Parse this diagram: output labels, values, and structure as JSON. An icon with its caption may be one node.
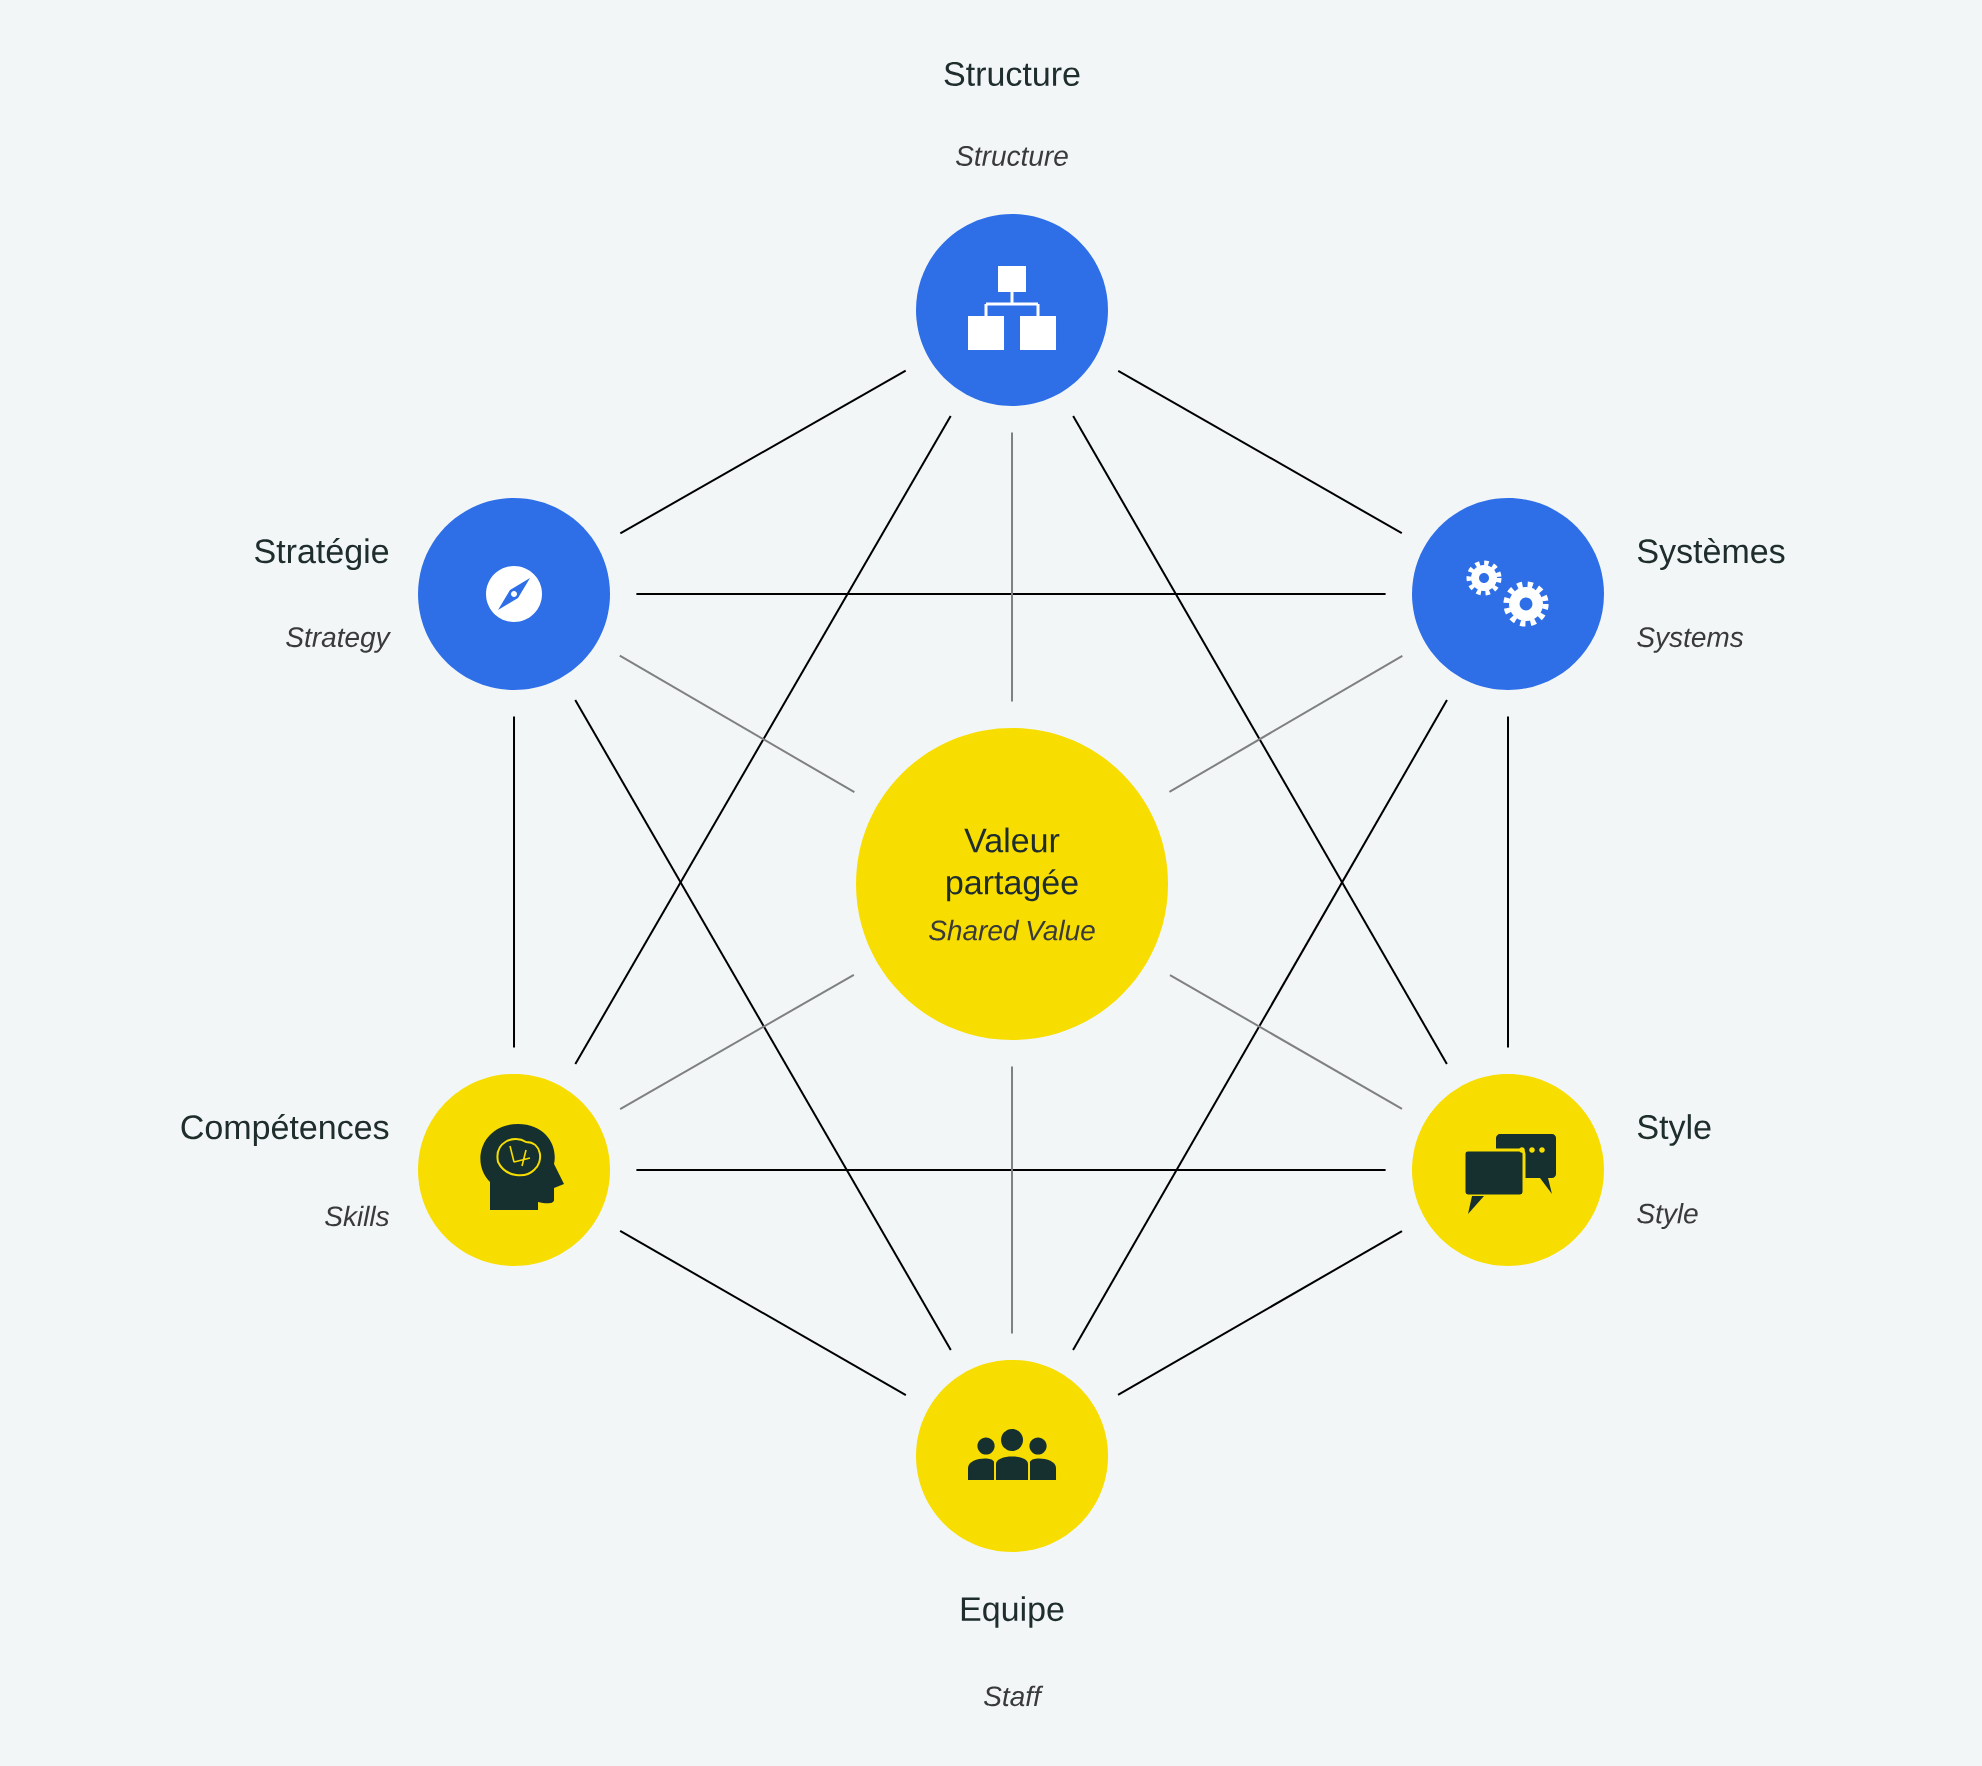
{
  "diagram": {
    "nodes": [
      {
        "text": [
          "Structure",
          "Structure"
        ]
      },
      {
        "text": [
          "Stratégie",
          "Strategy"
        ]
      },
      {
        "text": [
          "Systèmes",
          "Systems"
        ]
      },
      {
        "text": [
          "Valeur partagée",
          "Shared Value"
        ]
      },
      {
        "text": [
          "Compétences",
          "Skills"
        ]
      },
      {
        "text": [
          "Style",
          "Style"
        ]
      },
      {
        "text": [
          "Equipe",
          "Staff"
        ]
      }
    ],
    "edges": [
      {
        "from": 0,
        "to": 1,
        "arrow": "none"
      },
      {
        "from": 0,
        "to": 2,
        "arrow": "none"
      },
      {
        "from": 0,
        "to": 4,
        "arrow": "none"
      },
      {
        "from": 0,
        "to": 5,
        "arrow": "none"
      },
      {
        "from": 1,
        "to": 2,
        "arrow": "none"
      },
      {
        "from": 1,
        "to": 4,
        "arrow": "none"
      },
      {
        "from": 1,
        "to": 6,
        "arrow": "none"
      },
      {
        "from": 2,
        "to": 5,
        "arrow": "none"
      },
      {
        "from": 2,
        "to": 6,
        "arrow": "none"
      },
      {
        "from": 4,
        "to": 5,
        "arrow": "none"
      },
      {
        "from": 4,
        "to": 6,
        "arrow": "none"
      },
      {
        "from": 5,
        "to": 6,
        "arrow": "none"
      },
      {
        "from": 3,
        "to": 0,
        "arrow": "none",
        "color": "#808080"
      },
      {
        "from": 3,
        "to": 1,
        "arrow": "none",
        "color": "#808080"
      },
      {
        "from": 3,
        "to": 2,
        "arrow": "none",
        "color": "#808080"
      },
      {
        "from": 3,
        "to": 4,
        "arrow": "none",
        "color": "#808080"
      },
      {
        "from": 3,
        "to": 5,
        "arrow": "none",
        "color": "#808080"
      },
      {
        "from": 3,
        "to": 6,
        "arrow": "none",
        "color": "#808080"
      }
    ]
  }
}
